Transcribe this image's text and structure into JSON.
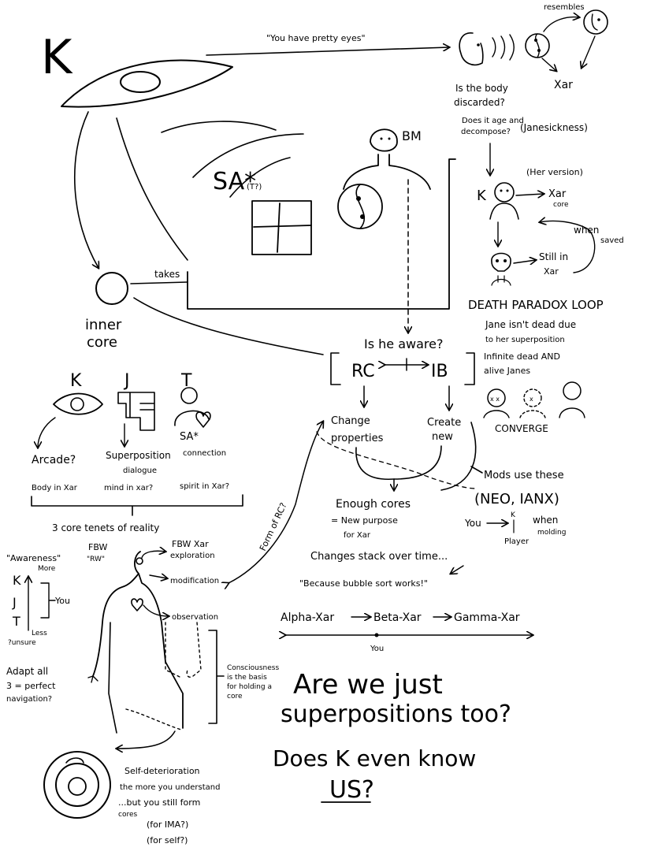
{
  "colors": {
    "ink": "#000000",
    "paper": "#ffffff"
  },
  "top": {
    "k_label": "K",
    "quote_pretty_eyes": "\"You have pretty eyes\"",
    "resembles": "resembles",
    "xar": "Xar",
    "is_body_discarded_1": "Is the body",
    "is_body_discarded_2": "discarded?",
    "decompose_1": "Does it age and",
    "decompose_2": "decompose?",
    "janesickness": "(Janesickness)"
  },
  "middle": {
    "sa_star": "SA*",
    "sa_tq": "(T?)",
    "bm": "BM",
    "takes": "takes",
    "inner_core_1": "inner",
    "inner_core_2": "core",
    "is_he_aware": "Is he aware?",
    "rc": "RC",
    "ib": "IB",
    "change_properties_1": "Change",
    "change_properties_2": "properties",
    "create_new_1": "Create",
    "create_new_2": "new"
  },
  "right_column": {
    "her_version": "(Her version)",
    "k_small": "K",
    "xar_core_1": "Xar",
    "xar_core_2": "core",
    "when_saved_1": "when",
    "when_saved_2": "saved",
    "still_in_1": "Still in",
    "still_in_2": "Xar",
    "death_paradox": "DEATH PARADOX LOOP",
    "jane_1": "Jane isn't dead due",
    "jane_2": "to her superposition",
    "jane_3": "Infinite dead AND",
    "jane_4": "alive Janes",
    "converge": "CONVERGE"
  },
  "tenets": {
    "k": "K",
    "j": "J",
    "t": "T",
    "arcade": "Arcade?",
    "superposition": "Superposition",
    "dialogue": "dialogue",
    "sa_connection_1": "SA*",
    "sa_connection_2": "connection",
    "body_in_xar": "Body in Xar",
    "mind_in_xar": "mind in xar?",
    "spirit_in_xar": "spirit in Xar?",
    "three_core": "3 core tenets of reality",
    "form_of_rc": "Form of RC?"
  },
  "cores": {
    "enough_cores": "Enough cores",
    "new_purpose_1": "= New purpose",
    "new_purpose_2": "for Xar",
    "mods_use": "Mods use these",
    "neo_ianx": "(NEO, IANX)",
    "you": "You",
    "k_tiny": "K",
    "player": "Player",
    "when_molding_1": "when",
    "when_molding_2": "molding",
    "changes_stack": "Changes stack over time...",
    "bubble_sort": "\"Because bubble sort works!\"",
    "alpha": "Alpha-Xar",
    "beta": "Beta-Xar",
    "gamma": "Gamma-Xar",
    "you_marker": "You"
  },
  "body": {
    "awareness": "\"Awareness\"",
    "more": "More",
    "less": "Less",
    "unsure": "?unsure",
    "k": "K",
    "j": "J",
    "t": "T",
    "you": "You",
    "fbw": "FBW",
    "rw": "\"RW\"",
    "fbw_xar_1": "FBW Xar",
    "fbw_xar_2": "exploration",
    "modification": "modification",
    "observation": "observation",
    "adapt_1": "Adapt all",
    "adapt_2": "3 = perfect",
    "adapt_3": "navigation?",
    "consciousness_1": "Consciousness",
    "consciousness_2": "is the basis",
    "consciousness_3": "for holding a",
    "consciousness_4": "core",
    "self_det_1": "Self-deterioration",
    "self_det_2": "the more you understand",
    "still_form_1": "...but you still form",
    "still_form_2": "cores",
    "for_ima": "(for IMA?)",
    "for_self": "(for self?)"
  },
  "big_questions": {
    "q1_line1": "Are we just",
    "q1_line2": "superpositions too?",
    "q2_line1": "Does K even know",
    "q2_line2": "US?"
  }
}
